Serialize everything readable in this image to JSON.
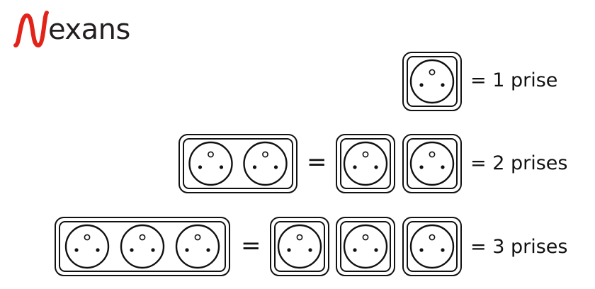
{
  "logo": {
    "text": "exans",
    "mark_color": "#e2231a",
    "text_color": "#231f20"
  },
  "equals_sign": "=",
  "rows": [
    {
      "label": "= 1 prise",
      "block_sockets": 1,
      "single_units": 1
    },
    {
      "label": "= 2 prises",
      "block_sockets": 2,
      "single_units": 2
    },
    {
      "label": "= 3 prises",
      "block_sockets": 3,
      "single_units": 3
    }
  ],
  "icons": {
    "socket": "french-socket-icon",
    "single_unit": "single-socket-unit-icon",
    "multi_block": "multi-socket-block-icon"
  }
}
